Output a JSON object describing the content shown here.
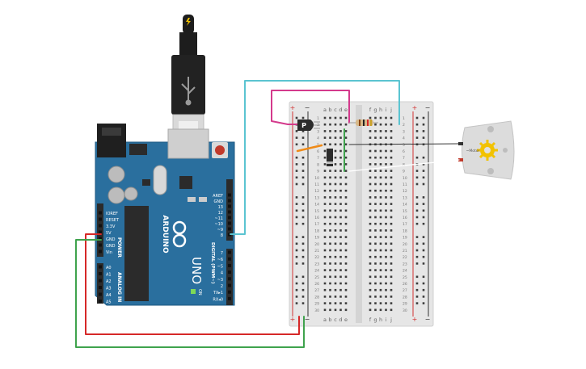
{
  "arduino": {
    "model": "UNO",
    "brand": "ARDUINO",
    "power_header_title": "POWER",
    "analog_header_title": "ANALOG IN",
    "digital_header_title": "DIGITAL (PWM~)",
    "on_label": "ON",
    "tx_label": "TX",
    "rx_label": "RX",
    "l_label": "L",
    "power_pins": [
      "IOREF",
      "RESET",
      "3.3V",
      "5V",
      "GND",
      "GND",
      "Vin"
    ],
    "analog_pins": [
      "A0",
      "A1",
      "A2",
      "A3",
      "A4",
      "A5"
    ],
    "digital_top_pins": [
      "AREF",
      "GND",
      "13",
      "12",
      "~11",
      "~10",
      "~9",
      "8"
    ],
    "digital_bottom_pins": [
      "7",
      "~6",
      "~5",
      "4",
      "~3",
      "2",
      "TX▸1",
      "RX◂0"
    ],
    "colors": {
      "board": "#2a6f9e",
      "board_dark": "#1f5a82",
      "header": "#2b2b2b"
    }
  },
  "breadboard": {
    "left_rail_signs": [
      "+",
      "−"
    ],
    "right_rail_signs": [
      "+",
      "−"
    ],
    "column_letters_left": [
      "a",
      "b",
      "c",
      "d",
      "e"
    ],
    "column_letters_right": [
      "f",
      "g",
      "h",
      "i",
      "j"
    ],
    "row_numbers": [
      "1",
      "2",
      "3",
      "4",
      "5",
      "6",
      "7",
      "8",
      "9",
      "10",
      "11",
      "12",
      "13",
      "14",
      "15",
      "16",
      "17",
      "18",
      "19",
      "20",
      "21",
      "22",
      "23",
      "24",
      "25",
      "26",
      "27",
      "28",
      "29",
      "30"
    ],
    "colors": {
      "body": "#e6e6e6",
      "hole": "#3c3c3c",
      "rail_red": "#d23232",
      "rail_black": "#333333"
    }
  },
  "components": {
    "sensor_label": "P",
    "motor_label": "~Motor",
    "usb_icon": "usb-icon",
    "power_icon": "lightning-icon"
  },
  "wires": {
    "colors": {
      "cyan": "#5bc4d1",
      "magenta": "#d43a8c",
      "red": "#d62828",
      "green": "#3fa34d",
      "orange": "#ef8a17",
      "black": "#333333",
      "white": "#ffffff"
    }
  }
}
